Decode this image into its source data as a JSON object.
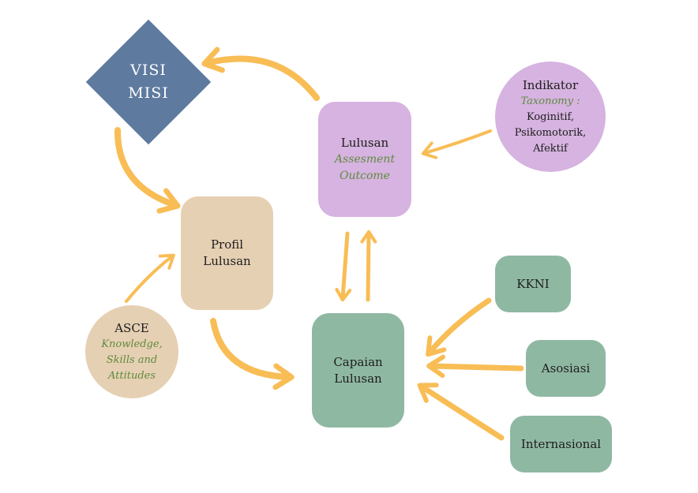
{
  "nodes": {
    "visi_misi": {
      "line1": "VISI",
      "line2": "MISI"
    },
    "lulusan": {
      "title": "Lulusan",
      "sub1": "Assesment",
      "sub2": "Outcome"
    },
    "indikator": {
      "title": "Indikator",
      "sub": "Taxonomy :",
      "line1": "Koginitif,",
      "line2": "Psikomotorik,",
      "line3": "Afektif"
    },
    "profil": {
      "line1": "Profil",
      "line2": "Lulusan"
    },
    "asce": {
      "title": "ASCE",
      "sub1": "Knowledge,",
      "sub2": "Skills and",
      "sub3": "Attitudes"
    },
    "capaian": {
      "line1": "Capaian",
      "line2": "Lulusan"
    },
    "kkni": {
      "label": "KKNI"
    },
    "asosiasi": {
      "label": "Asosiasi"
    },
    "internasional": {
      "label": "Internasional"
    }
  },
  "colors": {
    "arrow": "#f8bd55",
    "diamond": "#5e7a9f",
    "purple": "#d6b3e0",
    "beige": "#e6d0b3",
    "green": "#8fb8a3",
    "italic_text": "#5f8a3f"
  }
}
